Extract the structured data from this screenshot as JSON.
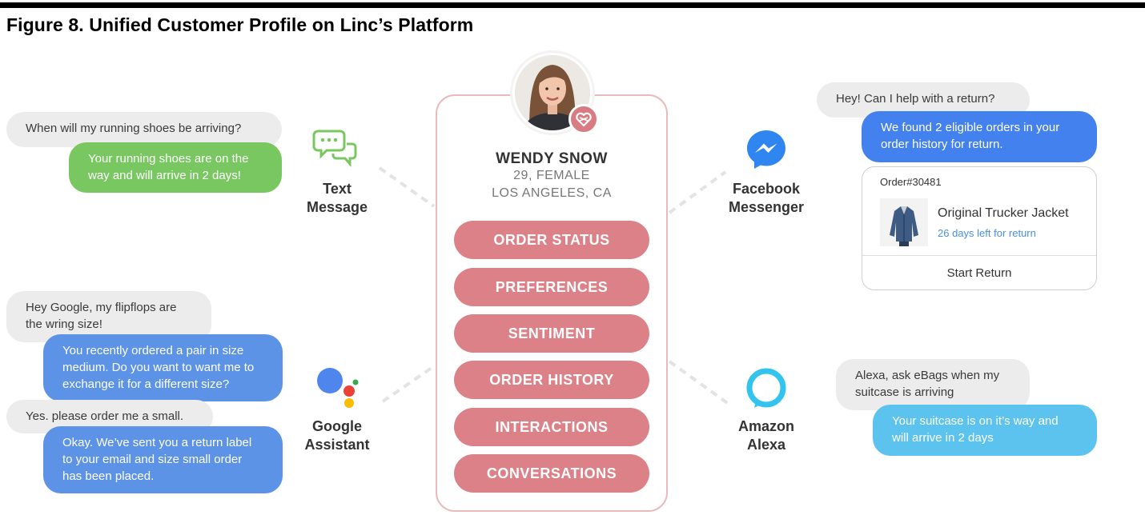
{
  "figure": {
    "title": "Figure 8. Unified Customer Profile on Linc’s Platform"
  },
  "profile": {
    "name": "WENDY SNOW",
    "age_gender": "29, FEMALE",
    "location": "LOS ANGELES, CA",
    "menu": [
      "ORDER STATUS",
      "PREFERENCES",
      "SENTIMENT",
      "ORDER HISTORY",
      "INTERACTIONS",
      "CONVERSATIONS"
    ],
    "pill_color": "#dc8187"
  },
  "channels": {
    "text_message": {
      "label_line1": "Text",
      "label_line2": "Message",
      "icon": "chat-bubbles-icon",
      "color": "#78c760",
      "messages": [
        "When will my running shoes be arriving?",
        "Your running shoes are on the way and will arrive in 2 days!"
      ]
    },
    "google_assistant": {
      "label_line1": "Google",
      "label_line2": "Assistant",
      "icon": "google-assistant-icon",
      "messages": [
        "Hey Google, my flipflops are the wring size!",
        "You recently ordered a pair in size medium. Do you want to want me to exchange it for a different size?",
        "Yes. please order me a small.",
        "Okay. We’ve sent you a return label to your email and size small order has been placed."
      ]
    },
    "facebook_messenger": {
      "label_line1": "Facebook",
      "label_line2": "Messenger",
      "icon": "messenger-icon",
      "color": "#4281ee",
      "messages": [
        "Hey! Can I help with a return?",
        "We found 2 eligible orders in your order history for return."
      ],
      "order_card": {
        "order_number": "Order#30481",
        "product": "Original Trucker Jacket",
        "days_left": "26 days left for return",
        "action": "Start Return"
      }
    },
    "amazon_alexa": {
      "label_line1": "Amazon",
      "label_line2": "Alexa",
      "icon": "alexa-ring-icon",
      "color": "#5cc3ef",
      "messages": [
        "Alexa, ask eBags when my suitcase is arriving",
        "Your suitcase is on it’s way and will arrive in 2 days"
      ]
    }
  }
}
